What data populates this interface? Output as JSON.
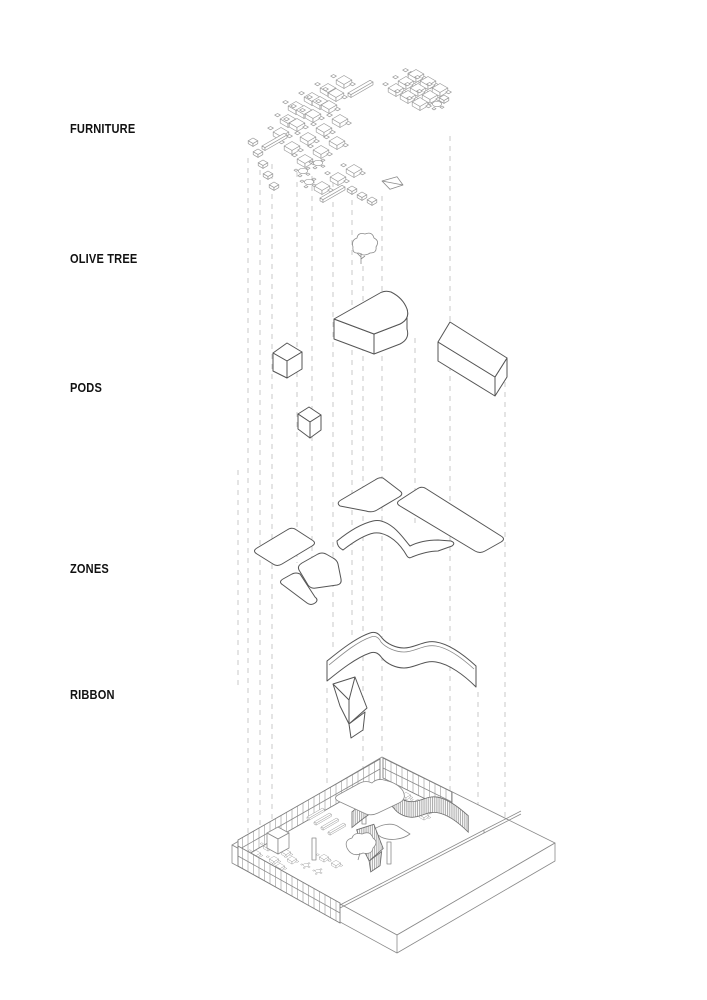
{
  "diagram": {
    "type": "exploded-axonometric-architecture-diagram",
    "labels": {
      "furniture": "FURNITURE",
      "olive_tree": "OLIVE TREE",
      "pods": "PODS",
      "zones": "ZONES",
      "ribbon": "RIBBON"
    },
    "layers": [
      {
        "id": "furniture",
        "label": "FURNITURE",
        "content": "scattered desks, chairs, shelving and tables in two isometric clusters"
      },
      {
        "id": "olive-tree",
        "label": "OLIVE TREE",
        "content": "single small tree symbol"
      },
      {
        "id": "pods",
        "label": "PODS",
        "content": "four extruded volumes: two small cubes, one rounded pod, one long bar"
      },
      {
        "id": "zones",
        "label": "ZONES",
        "content": "six flat rounded floor-zone outlines"
      },
      {
        "id": "ribbon",
        "label": "RIBBON",
        "content": "curving folded ribbon wall with descending flap"
      },
      {
        "id": "base",
        "label": "",
        "content": "floor plate with glazed walls, interior striped ribbon, furniture and terrace slab"
      }
    ],
    "colors": {
      "background": "#ffffff",
      "label": "#111111",
      "line_dark": "#555555",
      "line_light": "#9a9a9a",
      "dash": "#c9c9c9"
    }
  }
}
